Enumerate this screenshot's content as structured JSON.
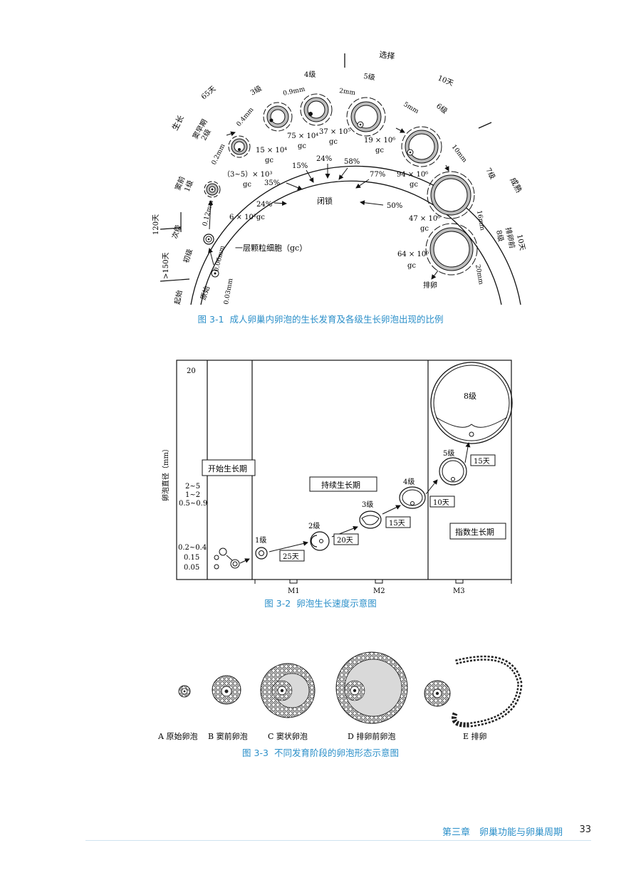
{
  "fig1": {
    "caption_num": "图 3-1",
    "caption_text": "成人卵巢内卵泡的生长发育及各级生长卵泡出现的比例",
    "outer_stage_labels": [
      "选择",
      "成熟",
      "生长"
    ],
    "durations": [
      "120天",
      ">150天",
      "65天",
      "10天",
      "10天"
    ],
    "stage_labels": [
      "起始",
      "原始",
      "初级",
      "次级",
      "窦前",
      "1级",
      "窦早期",
      "2级",
      "3级",
      "4级",
      "5级",
      "6级",
      "7级",
      "排卵前",
      "8级"
    ],
    "sizes": [
      "0.03mm",
      "0.06mm",
      "0.12mm",
      "0.2mm",
      "0.4mm",
      "0.9mm",
      "2mm",
      "5mm",
      "10mm",
      "16mm",
      "20mm"
    ],
    "gc_counts": [
      "6 × 10²gc",
      "（3~5）× 10³",
      "15 × 10⁴",
      "75 × 10⁴",
      "37 × 10⁵",
      "19 × 10⁶",
      "94 × 10⁶",
      "47 × 10⁶",
      "64 × 10⁶"
    ],
    "gc_unit": "gc",
    "atresia_pcts": [
      "24%",
      "35%",
      "15%",
      "24%",
      "58%",
      "77%",
      "50%"
    ],
    "center_label": "闭锁",
    "layer_label": "一层颗粒细胞（gc）",
    "ovulation_label": "排卵"
  },
  "fig2": {
    "caption_num": "图 3-2",
    "caption_text": "卵泡生长速度示意图",
    "y_axis_label": "卵泡直径（mm）",
    "y_tick_labels": [
      "20",
      "2~5",
      "1~2",
      "0.5~0.9",
      "0.2~0.4",
      "0.15",
      "0.05"
    ],
    "x_tick_labels": [
      "M1",
      "M2",
      "M3"
    ],
    "phase_labels": [
      "开始生长期",
      "持续生长期",
      "指数生长期"
    ],
    "grade_labels": [
      "1级",
      "2级",
      "3级",
      "4级",
      "5级",
      "8级"
    ],
    "day_labels": [
      "25天",
      "20天",
      "15天",
      "10天",
      "15天"
    ]
  },
  "fig3": {
    "caption_num": "图 3-3",
    "caption_text": "不同发育阶段的卵泡形态示意图",
    "panel_labels": [
      "A 原始卵泡",
      "B 窦前卵泡",
      "C 窦状卵泡",
      "D 排卵前卵泡",
      "E 排卵"
    ]
  },
  "footer": {
    "chapter": "第三章　卵巢功能与卵巢周期",
    "page_number": "33"
  }
}
